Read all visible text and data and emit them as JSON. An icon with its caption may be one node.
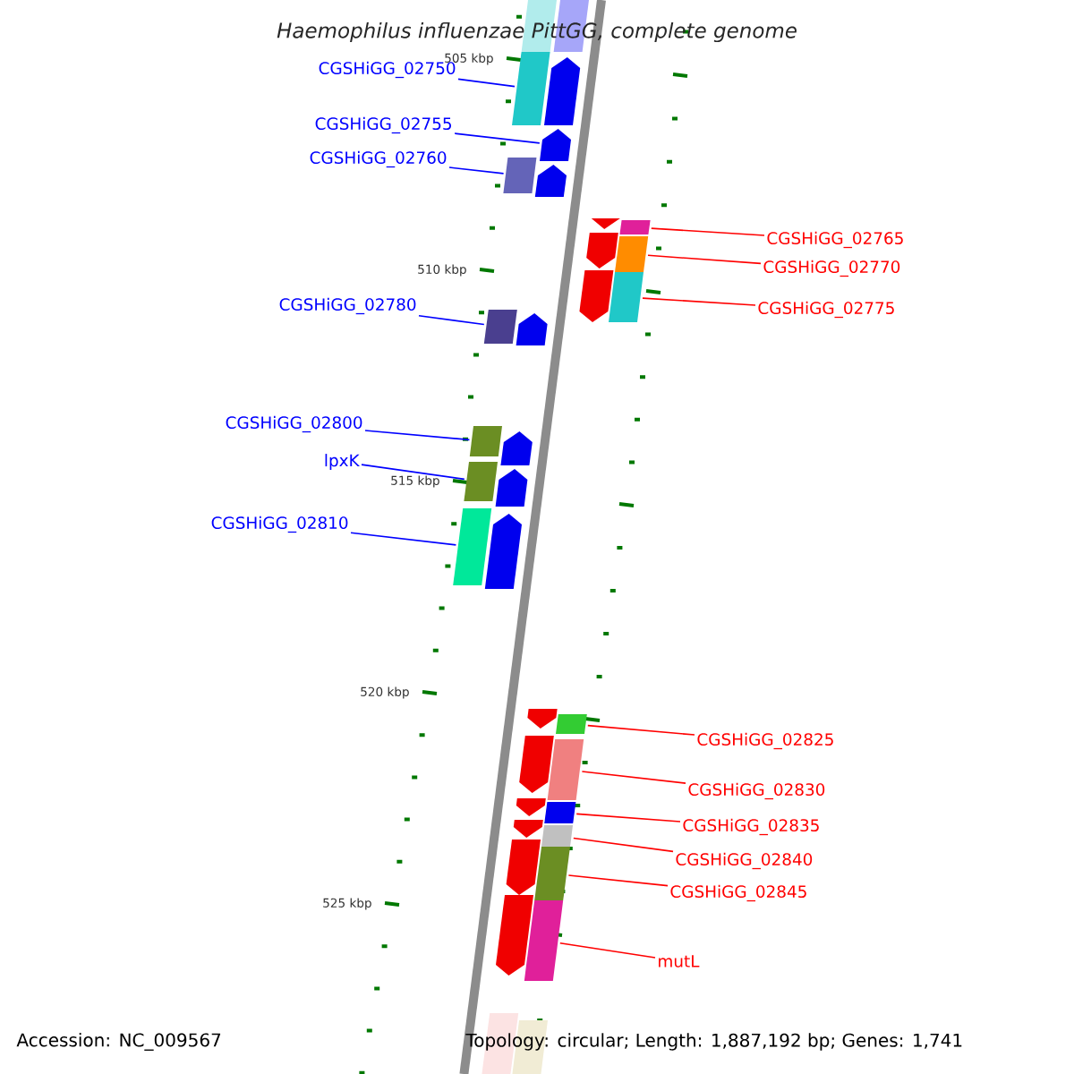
{
  "diagram": {
    "title": "Haemophilus influenzae PittGG, complete genome",
    "nodes": [
      {
        "text": [
          "CGSHiGG_02750"
        ]
      },
      {
        "text": [
          "CGSHiGG_02755"
        ]
      },
      {
        "text": [
          "CGSHiGG_02760"
        ]
      },
      {
        "text": [
          "CGSHiGG_02765"
        ]
      },
      {
        "text": [
          "CGSHiGG_02770"
        ]
      },
      {
        "text": [
          "CGSHiGG_02775"
        ]
      },
      {
        "text": [
          "CGSHiGG_02780"
        ]
      },
      {
        "text": [
          "CGSHiGG_02800"
        ]
      },
      {
        "text": [
          "lpxK"
        ]
      },
      {
        "text": [
          "CGSHiGG_02810"
        ]
      },
      {
        "text": [
          "CGSHiGG_02825"
        ]
      },
      {
        "text": [
          "CGSHiGG_02830"
        ]
      },
      {
        "text": [
          "CGSHiGG_02835"
        ]
      },
      {
        "text": [
          "CGSHiGG_02840"
        ]
      },
      {
        "text": [
          "CGSHiGG_02845"
        ]
      },
      {
        "text": [
          "mutL"
        ]
      },
      {
        "text": [],
        "shape": "bar"
      },
      {
        "text": [],
        "shape": "bar"
      },
      {
        "text": [],
        "shape": "bar"
      },
      {
        "text": [],
        "shape": "bar"
      },
      {
        "text": [],
        "shape": "bar"
      },
      {
        "text": [],
        "shape": "bar"
      },
      {
        "text": [],
        "shape": "bar"
      },
      {
        "text": [],
        "shape": "bar"
      },
      {
        "text": [],
        "shape": "bar"
      },
      {
        "text": [],
        "shape": "bar"
      },
      {
        "text": [],
        "shape": "bar"
      },
      {
        "text": [],
        "shape": "bar"
      },
      {
        "text": [],
        "shape": "bar"
      },
      {
        "text": [],
        "shape": "bar"
      },
      {
        "text": [],
        "shape": "bar"
      },
      {
        "text": [],
        "shape": "bar"
      },
      {
        "text": [],
        "shape": "bar"
      },
      {
        "text": [],
        "shape": "bar"
      },
      {
        "text": [],
        "shape": "bar"
      },
      {
        "text": [],
        "shape": "bar"
      },
      {
        "text": [],
        "shape": "bar"
      },
      {
        "text": [],
        "shape": "bar"
      },
      {
        "text": [],
        "shape": "bar"
      },
      {
        "text": [],
        "shape": "bar"
      },
      {
        "text": [],
        "shape": "bar"
      },
      {
        "text": [],
        "shape": "bar"
      },
      {
        "text": [],
        "shape": "bar"
      },
      {
        "text": [],
        "shape": "bar"
      },
      {
        "text": [],
        "shape": "bar"
      },
      {
        "text": [],
        "shape": "bar"
      },
      {
        "text": [],
        "shape": "bar"
      },
      {
        "text": [],
        "shape": "bar"
      },
      {
        "text": [],
        "shape": "bar"
      },
      {
        "text": [],
        "shape": "bar"
      },
      {
        "text": [],
        "shape": "bar"
      }
    ],
    "edges": [
      {
        "from": 0,
        "to": 16,
        "arrow": "none",
        "color": "#0000ff"
      },
      {
        "from": 1,
        "to": 17,
        "arrow": "none",
        "color": "#0000ff"
      },
      {
        "from": 2,
        "to": 18,
        "arrow": "none",
        "color": "#0000ff"
      },
      {
        "from": 3,
        "to": 19,
        "arrow": "none",
        "color": "#ff0000"
      },
      {
        "from": 4,
        "to": 20,
        "arrow": "none",
        "color": "#ff0000"
      },
      {
        "from": 5,
        "to": 21,
        "arrow": "none",
        "color": "#ff0000"
      },
      {
        "from": 6,
        "to": 22,
        "arrow": "none",
        "color": "#0000ff"
      },
      {
        "from": 7,
        "to": 23,
        "arrow": "none",
        "color": "#0000ff"
      },
      {
        "from": 8,
        "to": 24,
        "arrow": "none",
        "color": "#0000ff"
      },
      {
        "from": 9,
        "to": 25,
        "arrow": "none",
        "color": "#0000ff"
      },
      {
        "from": 10,
        "to": 26,
        "arrow": "none",
        "color": "#ff0000"
      },
      {
        "from": 11,
        "to": 27,
        "arrow": "none",
        "color": "#ff0000"
      },
      {
        "from": 12,
        "to": 28,
        "arrow": "none",
        "color": "#ff0000"
      },
      {
        "from": 13,
        "to": 29,
        "arrow": "none",
        "color": "#ff0000"
      },
      {
        "from": 14,
        "to": 30,
        "arrow": "none",
        "color": "#ff0000"
      },
      {
        "from": 15,
        "to": 31,
        "arrow": "none",
        "color": "#ff0000"
      }
    ],
    "labels": [
      "505 kbp",
      "510 kbp",
      "515 kbp",
      "520 kbp",
      "525 kbp",
      "Accession: NC_009567",
      "Topology: circular; Length: 1,887,192 bp; Genes: 1,741"
    ]
  }
}
